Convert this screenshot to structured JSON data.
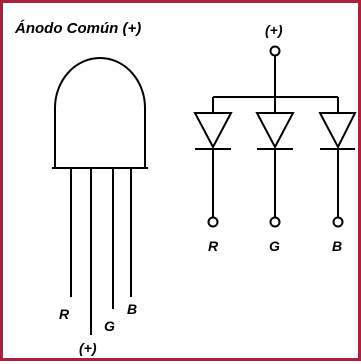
{
  "diagram": {
    "title": "Ánodo Común (+)",
    "colors": {
      "border": "#a8223e",
      "stroke": "#000000",
      "background": "#ffffff"
    },
    "package": {
      "pin_labels": {
        "r": "R",
        "common": "(+)",
        "g": "G",
        "b": "B"
      }
    },
    "schematic": {
      "common_label": "(+)",
      "diodes": [
        {
          "label": "R"
        },
        {
          "label": "G"
        },
        {
          "label": "B"
        }
      ]
    }
  }
}
